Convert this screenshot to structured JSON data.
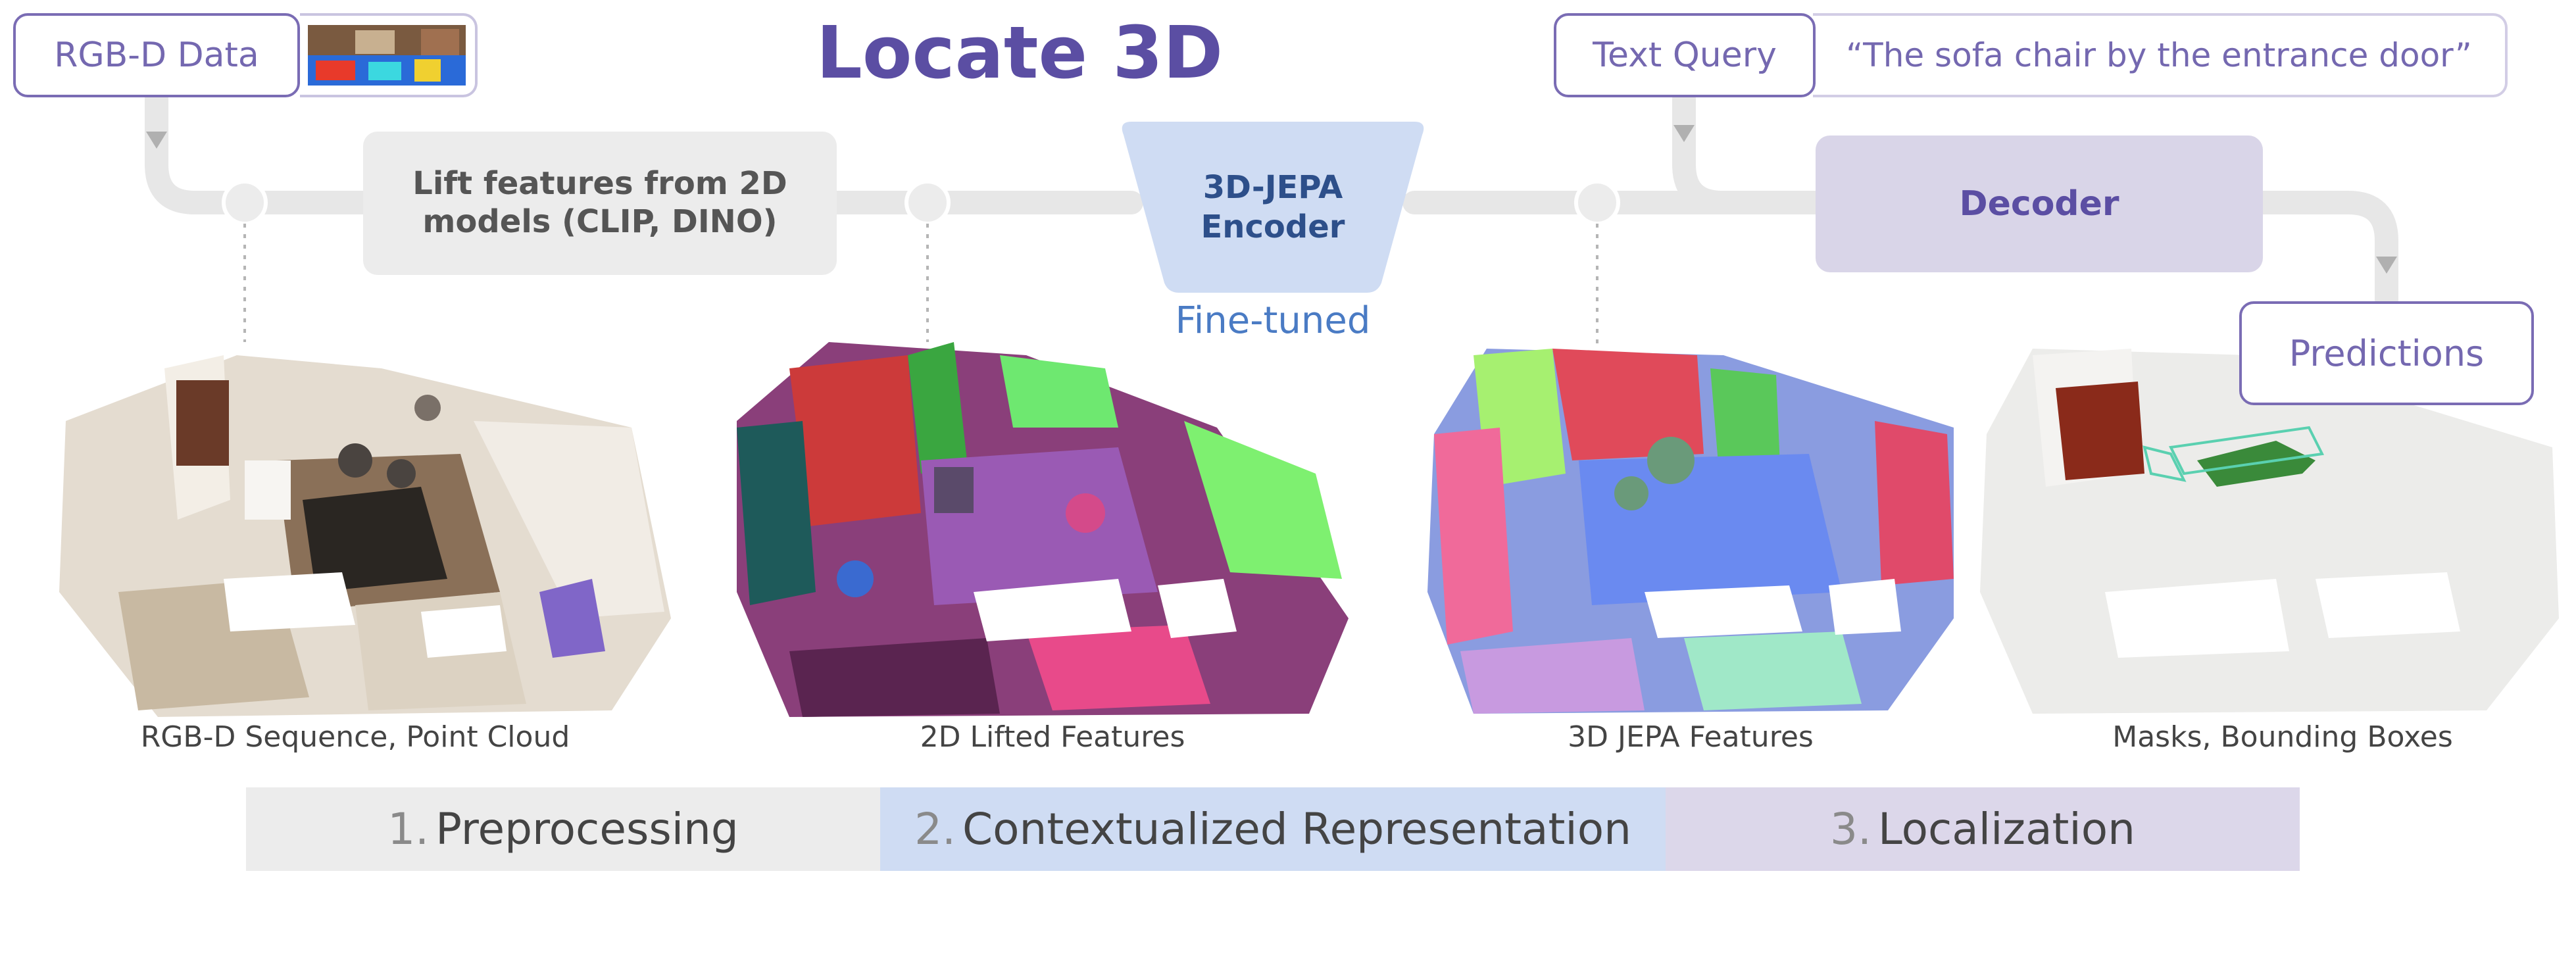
{
  "title": "Locate 3D",
  "inputs": {
    "rgbd_label": "RGB-D Data",
    "text_query_label": "Text Query",
    "text_query_value": "“The sofa chair by the entrance door”"
  },
  "pipeline": {
    "lift": "Lift features from 2D models (CLIP, DINO)",
    "encoder": "3D-JEPA Encoder",
    "encoder_note": "Fine-tuned",
    "decoder": "Decoder",
    "output": "Predictions"
  },
  "panels": [
    {
      "caption": "RGB-D Sequence, Point Cloud"
    },
    {
      "caption": "2D Lifted Features"
    },
    {
      "caption": "3D JEPA Features"
    },
    {
      "caption": "Masks, Bounding Boxes"
    }
  ],
  "stages": [
    {
      "num": "1.",
      "label": "Preprocessing",
      "color": "#ececec"
    },
    {
      "num": "2.",
      "label": "Contextualized Representation",
      "color": "#cfdcf3"
    },
    {
      "num": "3.",
      "label": "Localization",
      "color": "#dcd7ea"
    }
  ],
  "colors": {
    "accent": "#5b4ea3",
    "encoder_fill": "#cfdcf3",
    "encoder_text": "#2d4f8a",
    "fine_tuned": "#4a7bc4"
  }
}
